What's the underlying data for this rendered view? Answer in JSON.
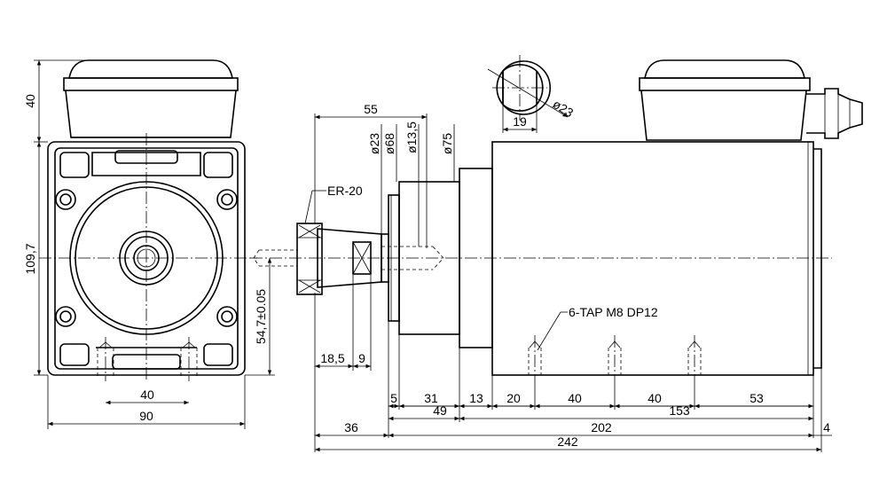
{
  "colors": {
    "line": "#000000",
    "background": "#ffffff"
  },
  "front_view": {
    "dim_top_height": "40",
    "dim_body_height": "109,7",
    "dim_center_height": "54,7±0.05",
    "dim_hole_spacing": "40",
    "dim_width": "90"
  },
  "detail": {
    "dim_diameter": "ø23",
    "dim_flat": "19"
  },
  "side_view": {
    "label_collet": "ER-20",
    "label_tap": "6-TAP M8 DP12",
    "dim_55": "55",
    "dim_d23": "ø23",
    "dim_d68": "ø68",
    "dim_d13_5": "ø13,5",
    "dim_d75": "ø75",
    "dim_18_5": "18,5",
    "dim_9": "9",
    "dim_5": "5",
    "dim_31": "31",
    "dim_13": "13",
    "dim_20": "20",
    "dim_40a": "40",
    "dim_40b": "40",
    "dim_53": "53",
    "dim_49": "49",
    "dim_153": "153",
    "dim_36": "36",
    "dim_202": "202",
    "dim_4": "4",
    "dim_242": "242"
  }
}
